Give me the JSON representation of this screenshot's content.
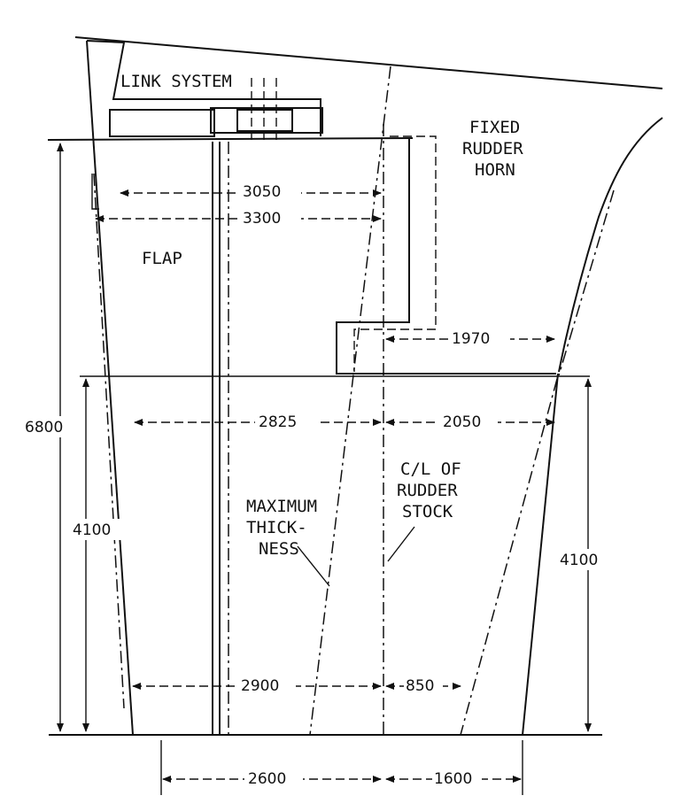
{
  "labels": {
    "link_system": "LINK SYSTEM",
    "fixed": "FIXED",
    "rudder": "RUDDER",
    "horn": "HORN",
    "flap": "FLAP",
    "max_1": "MAXIMUM",
    "max_2": "THICK-",
    "max_3": "NESS",
    "cl_1": "C/L OF",
    "cl_2": "RUDDER",
    "cl_3": "STOCK"
  },
  "dimensions": {
    "d3050": "3050",
    "d3300": "3300",
    "d1970": "1970",
    "d2825": "2825",
    "d2050": "2050",
    "d6800": "6800",
    "d4100_left": "4100",
    "d4100_right": "4100",
    "d2900": "2900",
    "d850": "850",
    "d2600": "2600",
    "d1600": "1600"
  }
}
